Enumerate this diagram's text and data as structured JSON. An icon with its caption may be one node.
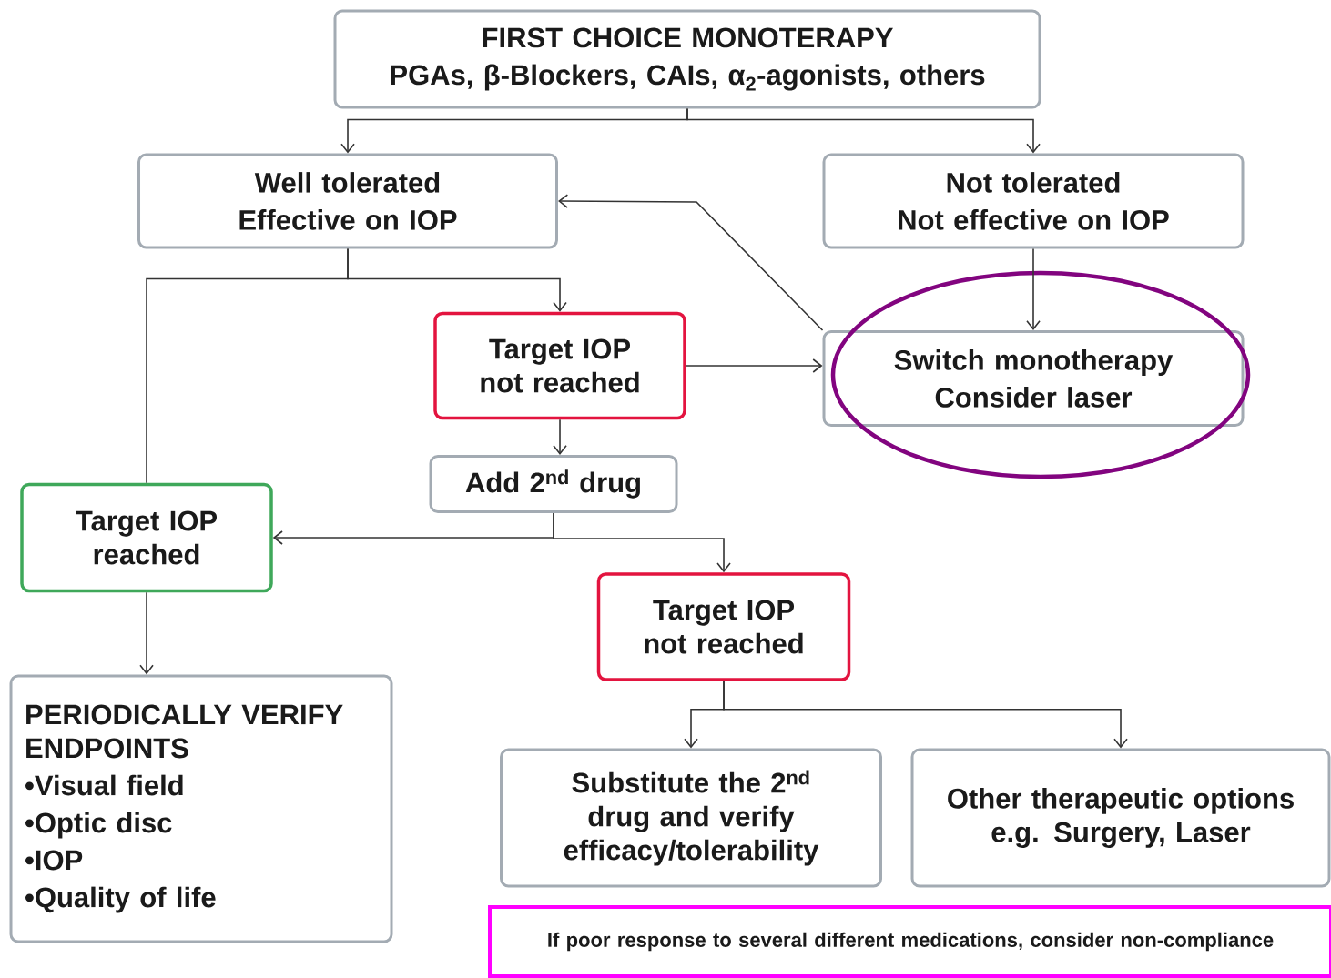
{
  "diagram": {
    "nodes": [
      {
        "text": [
          "FIRST CHOICE MONOTERAPY",
          "PGAs, β-Blockers, CAIs, α$_{2}$-agonists, others"
        ]
      },
      {
        "text": [
          "Well tolerated",
          "Effective on IOP"
        ]
      },
      {
        "text": [
          "Not tolerated",
          "Not effective on IOP"
        ]
      },
      {
        "text": [
          "Target IOP not reached"
        ]
      },
      {
        "text": [
          "Switch monotherapy",
          "Consider laser"
        ]
      },
      {
        "text": [
          "Add 2$^{nd}$ drug"
        ]
      },
      {
        "text": [
          "Target IOP reached"
        ]
      },
      {
        "text": [
          "Target IOP not reached"
        ]
      },
      {
        "text": [
          "PERIODICALLY VERIFY ENDPOINTS",
          "•Visual field",
          "•Optic disc",
          "•IOP",
          "•Quality of life"
        ]
      },
      {
        "text": [
          "Substitute the 2$^{nd}$ drug and verify efficacy/tolerability"
        ]
      },
      {
        "text": [
          "Other therapeutic options e.g. Surgery, Laser"
        ]
      },
      {
        "text": [
          "If poor response to several different medications, consider non-compliance"
        ]
      }
    ],
    "edges": [
      {
        "from": 0,
        "to": 1,
        "arrow": "to"
      },
      {
        "from": 0,
        "to": 2,
        "arrow": "to"
      },
      {
        "from": 1,
        "to": 6,
        "arrow": "none"
      },
      {
        "from": 1,
        "to": 3,
        "arrow": "to"
      },
      {
        "from": 2,
        "to": 4,
        "arrow": "to"
      },
      {
        "from": 3,
        "to": 4,
        "arrow": "to"
      },
      {
        "from": 4,
        "to": 1,
        "arrow": "to"
      },
      {
        "from": 3,
        "to": 5,
        "arrow": "to"
      },
      {
        "from": 5,
        "to": 6,
        "arrow": "to"
      },
      {
        "from": 5,
        "to": 7,
        "arrow": "to"
      },
      {
        "from": 6,
        "to": 8,
        "arrow": "to"
      },
      {
        "from": 7,
        "to": 9,
        "arrow": "to"
      },
      {
        "from": 7,
        "to": 10,
        "arrow": "to"
      }
    ]
  }
}
